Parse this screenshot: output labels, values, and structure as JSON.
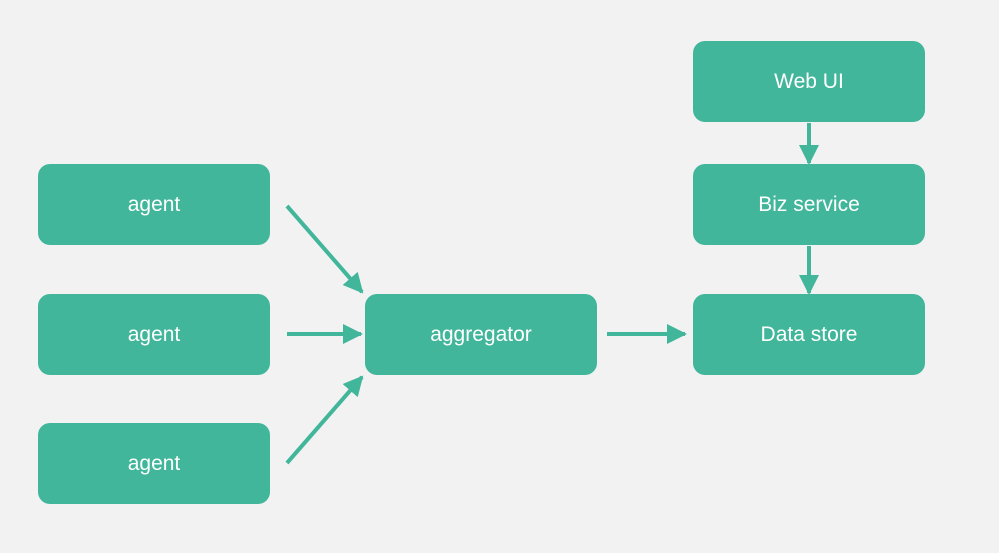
{
  "diagram": {
    "background": "#f2f2f2",
    "node_color": "#41b69a",
    "arrow_color": "#41b69a",
    "nodes": {
      "agent_1": "agent",
      "agent_2": "agent",
      "agent_3": "agent",
      "aggregator": "aggregator",
      "web_ui": "Web UI",
      "biz_service": "Biz service",
      "data_store": "Data store"
    },
    "edges": [
      {
        "from": "agent_1",
        "to": "aggregator"
      },
      {
        "from": "agent_2",
        "to": "aggregator"
      },
      {
        "from": "agent_3",
        "to": "aggregator"
      },
      {
        "from": "aggregator",
        "to": "data_store"
      },
      {
        "from": "web_ui",
        "to": "biz_service"
      },
      {
        "from": "biz_service",
        "to": "data_store"
      }
    ]
  }
}
